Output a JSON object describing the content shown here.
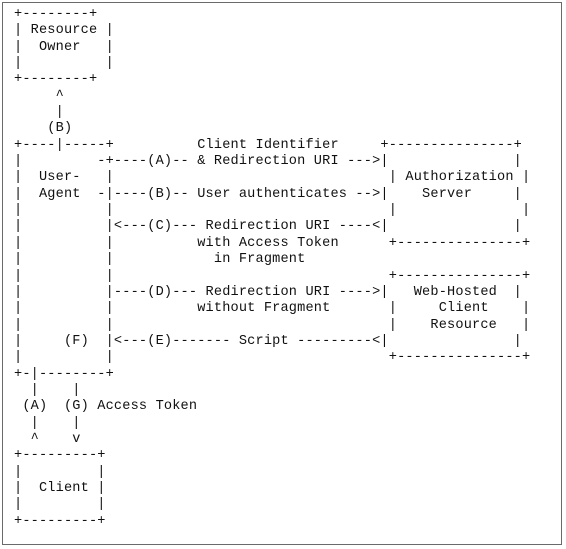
{
  "diagram": {
    "lines": [
      "+--------+",
      "| Resource |",
      "|  Owner   |",
      "|          |",
      "+--------+",
      "     ^",
      "     |",
      "    (B)",
      "+----|-----+          Client Identifier     +---------------+",
      "|         -+----(A)-- & Redirection URI --->|               |",
      "|  User-   |                                 | Authorization |",
      "|  Agent  -|----(B)-- User authenticates -->|    Server     |",
      "|          |                                 |               |",
      "|          |<---(C)--- Redirection URI ----<|               |",
      "|          |          with Access Token      +---------------+",
      "|          |            in Fragment",
      "|          |                                 +---------------+",
      "|          |----(D)--- Redirection URI ---->|   Web-Hosted  |",
      "|          |          without Fragment       |     Client    |",
      "|          |                                 |    Resource   |",
      "|     (F)  |<---(E)------- Script ---------<|               |",
      "|          |                                 +---------------+",
      "+-|--------+",
      "  |    |",
      " (A)  (G) Access Token",
      "  |    |",
      "  ^    v",
      "+---------+",
      "|         |",
      "|  Client |",
      "|         |",
      "+---------+"
    ]
  }
}
